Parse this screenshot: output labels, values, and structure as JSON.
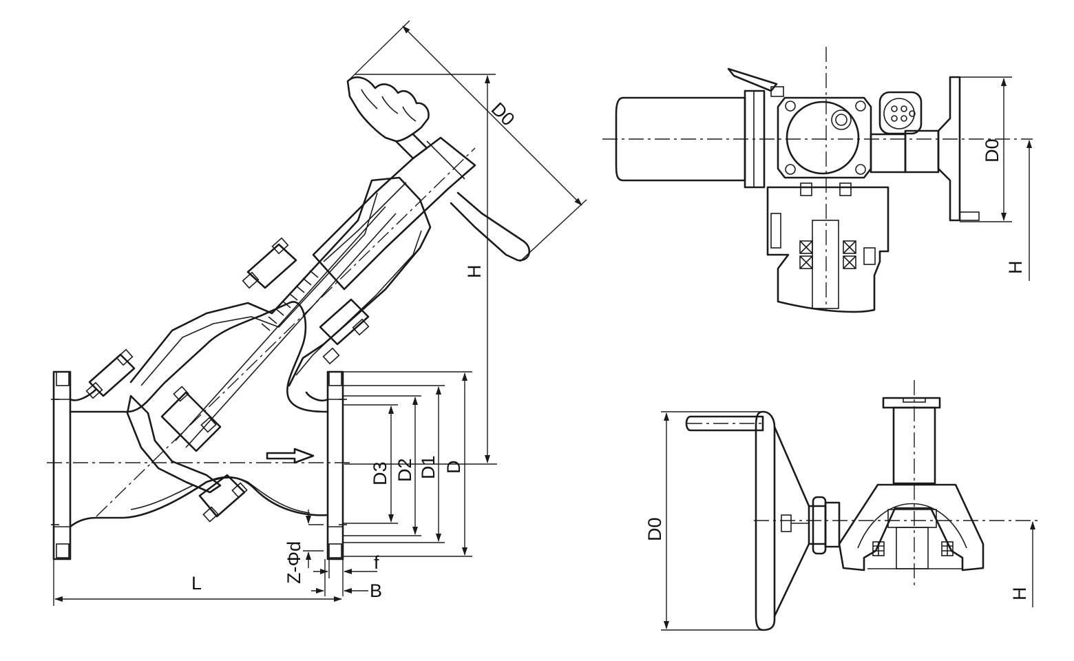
{
  "main_view": {
    "dims": {
      "D0": "D0",
      "H": "H",
      "D3": "D3",
      "D2": "D2",
      "D1": "D1",
      "D": "D",
      "zphid": "Z-Φd",
      "f": "f",
      "B": "B",
      "L": "L"
    }
  },
  "electric_actuator_view": {
    "dims": {
      "D0": "D0",
      "H": "H"
    }
  },
  "gear_operator_view": {
    "dims": {
      "D0": "D0",
      "H": "H"
    }
  }
}
